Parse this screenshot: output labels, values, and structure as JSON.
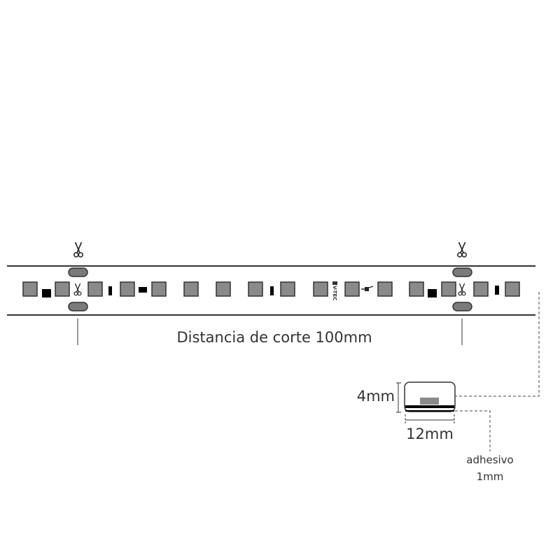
{
  "labels": {
    "cut_distance": "Distancia de corte 100mm",
    "height": "4mm",
    "width": "12mm",
    "adhesive_line1": "adhesivo",
    "adhesive_line2": "1mm"
  },
  "logo_text": "V-TEC",
  "colors": {
    "led": "#8a8a8a",
    "line": "#333333",
    "pad": "#7a7a7a",
    "resistor": "#000000"
  },
  "icons": {
    "cut_marker": "scissors-icon",
    "power_marker": "plug-icon"
  }
}
